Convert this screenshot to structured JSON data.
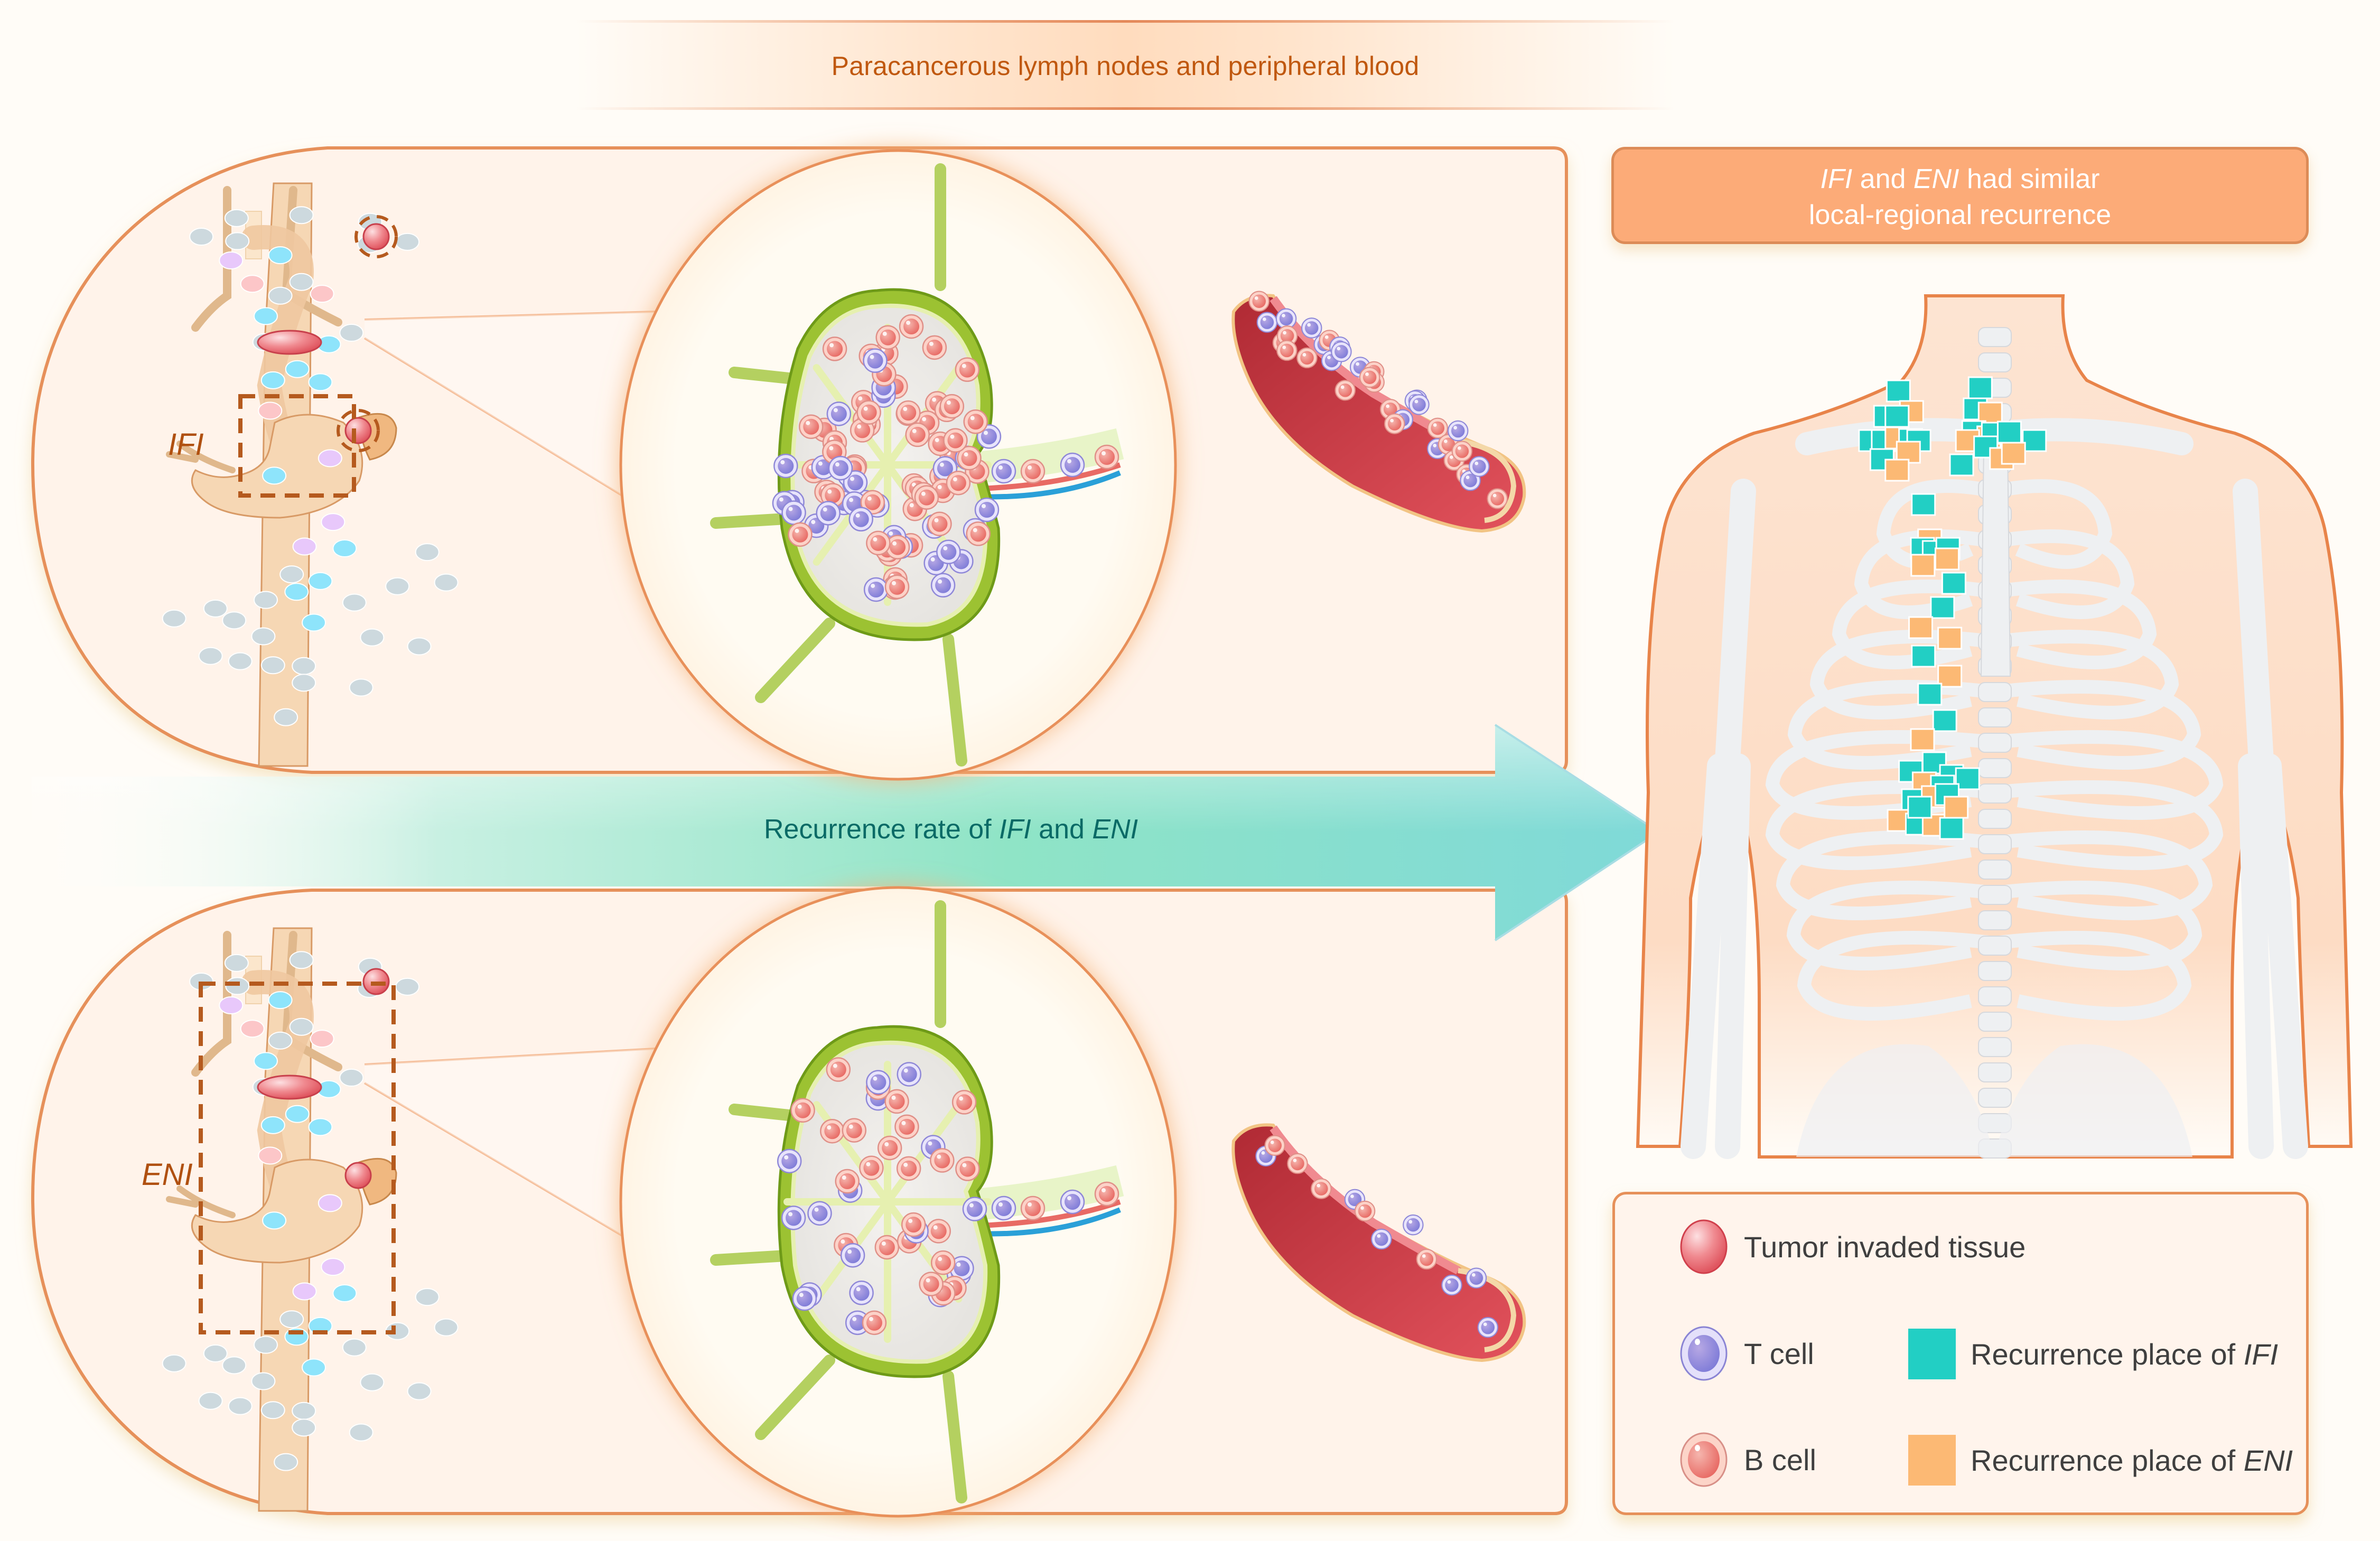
{
  "banner": {
    "title": "Paracancerous lymph nodes and peripheral blood"
  },
  "panels": [
    {
      "id": "ifi",
      "label": "IFI",
      "anatomy": "esophagus-stomach-lymph-nodes",
      "lymph_node": "lymph-node-cross-section",
      "vessel": "blood-vessel-cross-section",
      "lymph_node_density": "dense",
      "vessel_cell_density": "dense"
    },
    {
      "id": "eni",
      "label": "ENI",
      "anatomy": "esophagus-stomach-lymph-nodes",
      "lymph_node": "lymph-node-cross-section",
      "vessel": "blood-vessel-cross-section",
      "lymph_node_density": "sparse",
      "vessel_cell_density": "sparse"
    }
  ],
  "arrow": {
    "prefix": "Recurrence rate of ",
    "term1": "IFI",
    "middle": " and ",
    "term2": "ENI"
  },
  "header_box": {
    "term1": "IFI",
    "middle": " and ",
    "term2": "ENI",
    "line1_suffix": " had similar",
    "line2": "local-regional recurrence"
  },
  "body_figure": {
    "name": "torso-skeleton",
    "markers_ifi": "teal squares",
    "markers_eni": "orange squares"
  },
  "legend": {
    "items": [
      {
        "icon": "tumor-icon",
        "label": "Tumor invaded tissue"
      },
      {
        "icon": "t-cell-icon",
        "label": "T cell"
      },
      {
        "icon": "b-cell-icon",
        "label": "B cell"
      },
      {
        "icon": "ifi-swatch",
        "label_prefix": "Recurrence place of ",
        "label_term": "IFI"
      },
      {
        "icon": "eni-swatch",
        "label_prefix": "Recurrence place of ",
        "label_term": "ENI"
      }
    ]
  },
  "colors": {
    "accent_orange": "#e6905a",
    "header_fill": "#fcab78",
    "banner_text": "#c0580f",
    "arrow_text": "#0a6a66",
    "ifi_marker": "#22cfc4",
    "eni_marker": "#fcb974",
    "tumor": "#e86068",
    "t_cell": "#8a84dc",
    "b_cell": "#ec7c74",
    "lymph_node_green": "#8fb828",
    "vessel_red": "#d84452"
  }
}
